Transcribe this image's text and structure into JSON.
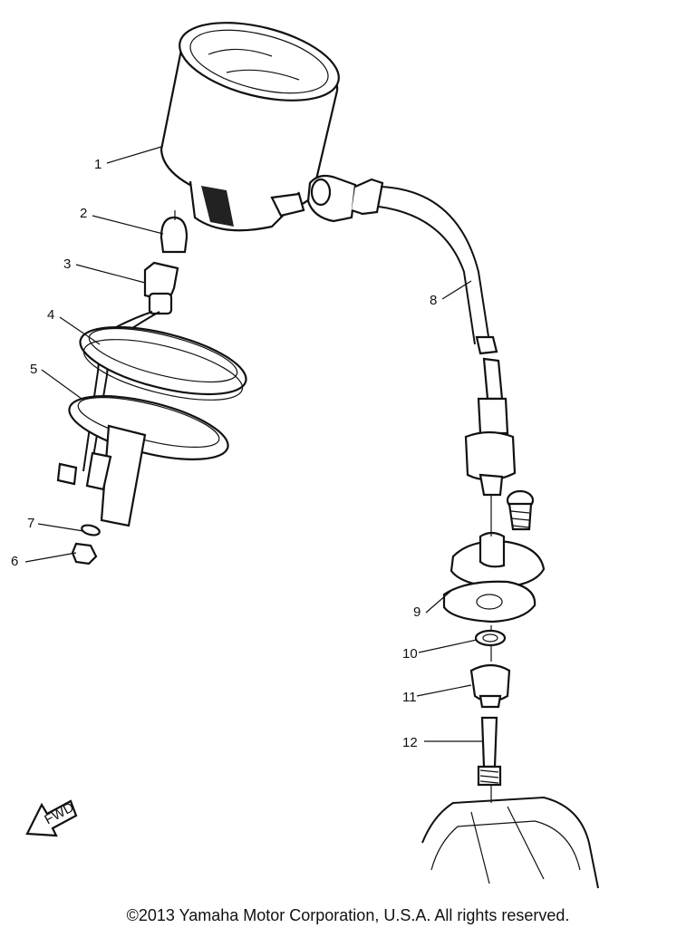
{
  "diagram": {
    "callouts": [
      "1",
      "2",
      "3",
      "4",
      "5",
      "6",
      "7",
      "8",
      "9",
      "10",
      "11",
      "12"
    ],
    "fwd_label": "FWD"
  },
  "footer": {
    "copyright": "©2013 Yamaha Motor Corporation, U.S.A. All rights reserved."
  }
}
